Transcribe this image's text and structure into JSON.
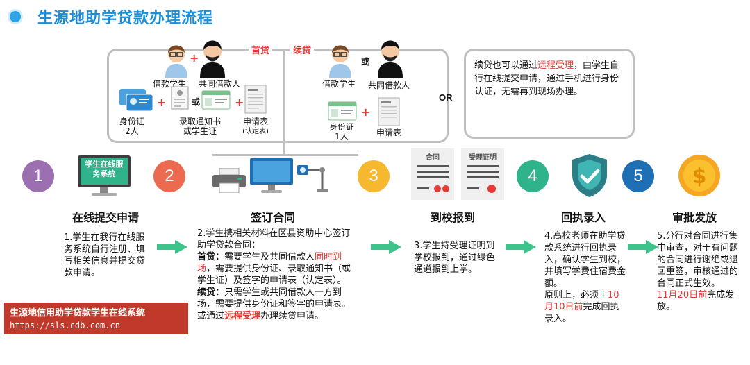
{
  "header": {
    "title": "生源地助学贷款办理流程"
  },
  "diagram_top": {
    "first_loan_label": "首贷",
    "renew_label": "续贷",
    "first": {
      "person_student": "借款学生",
      "person_cosigner": "共同借款人",
      "id_card": "身份证",
      "id_count": "2人",
      "notice_line1": "录取通知书",
      "notice_line2": "或学生证",
      "or": "或",
      "form_line1": "申请表",
      "form_line2": "(认定表)"
    },
    "renew": {
      "person_student": "借款学生",
      "or": "或",
      "person_cosigner": "共同借款人",
      "id_card": "身份证",
      "id_count": "1人",
      "form": "申请表"
    },
    "or_text": "OR",
    "note_parts": [
      "续贷也可以通过",
      "远程受理",
      "，由学生自行在线提交申请，通过手机进行身份认证，无需再到现场办理。"
    ]
  },
  "steps": [
    {
      "number": "1",
      "color": "#9b6fb0",
      "title": "在线提交申请",
      "screen_text": "学生在线服务系统",
      "desc_parts": [
        {
          "t": "1.学生在我行在线服务系统自行注册、填写相关信息并提交贷款申请。"
        }
      ]
    },
    {
      "number": "2",
      "color": "#ec6a4f",
      "title": "签订合同",
      "desc_parts": [
        {
          "t": "2.学生携相关材料在区县资助中心签订助学贷款合同："
        },
        {
          "t": "首贷：",
          "b": true
        },
        {
          "t": "需要学生及共同借款人"
        },
        {
          "t": "同时到场",
          "red": true
        },
        {
          "t": "，需要提供身份证、录取通知书（或学生证）及签字的申请表（认定表）。"
        },
        {
          "t": "续贷：",
          "b": true
        },
        {
          "t": "只需学生或共同借款人一方到场，需要提供身份证和签字的申请表。或通过"
        },
        {
          "t": "远程受理",
          "red": true,
          "b": true
        },
        {
          "t": "办理续贷申请。"
        }
      ]
    },
    {
      "number": "3",
      "color": "#f5b82e",
      "title": "到校报到",
      "doc1": "合同",
      "doc2": "受理证明",
      "desc_parts": [
        {
          "t": "3.学生持受理证明到学校报到，通过绿色通道报到上学。"
        }
      ]
    },
    {
      "number": "4",
      "color": "#2fb38a",
      "title": "回执录入",
      "desc_parts": [
        {
          "t": "4.高校老师在助学贷款系统进行回执录入，确认学生到校，并填写学费住宿费金额。"
        },
        {
          "t": "原则上，必须于"
        },
        {
          "t": "10月10日前",
          "red": true
        },
        {
          "t": "完成回执录入。"
        }
      ]
    },
    {
      "number": "5",
      "color": "#1f6fb4",
      "title": "审批发放",
      "desc_parts": [
        {
          "t": "5.分行对合同进行集中审查，对于有问题的合同进行谢绝或退回重签，审核通过的合同正式生效。"
        },
        {
          "t": "11月20日前",
          "red": true
        },
        {
          "t": "完成发放。"
        }
      ]
    }
  ],
  "banner": {
    "title": "生源地信用助学贷款学生在线系统",
    "url": "https://sls.cdb.com.cn"
  },
  "colors": {
    "accent_blue": "#1a8fd8",
    "arrow_green": "#3cc48a",
    "red": "#e53935",
    "banner": "#c0392b"
  },
  "icons": [
    "person-glasses-icon",
    "person-beard-icon",
    "id-card-icon",
    "document-icon",
    "monitor-icon",
    "printer-icon",
    "camera-icon",
    "shield-check-icon",
    "coin-icon"
  ]
}
